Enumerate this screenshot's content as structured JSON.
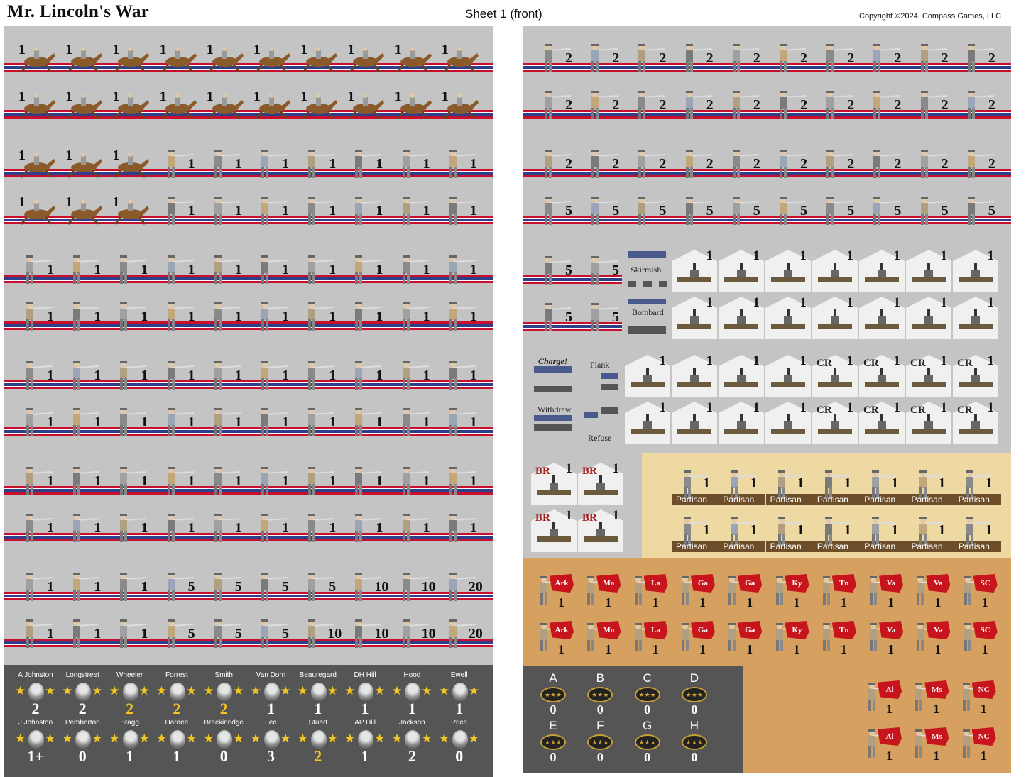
{
  "header": {
    "title": "Mr. Lincoln's War",
    "sheet": "Sheet 1 (front)",
    "copyright": "Copyright ©2024, Compass Games, LLC"
  },
  "colors": {
    "panel_gray": "#c4c4c4",
    "union_red": "#c8102e",
    "union_blue": "#2b3f8a",
    "tan": "#efd9a3",
    "orange": "#d6a060",
    "dark": "#555555",
    "gold": "#f3c623"
  },
  "left_rows": [
    [
      "1c",
      "1c",
      "1c",
      "1c",
      "1c",
      "1c",
      "1c",
      "1c",
      "1c",
      "1c"
    ],
    [
      "1c",
      "1c",
      "1c",
      "1c",
      "1c",
      "1c",
      "1c",
      "1c",
      "1c",
      "1c"
    ],
    [
      "1c",
      "1c",
      "1c",
      "1",
      "1",
      "1",
      "1",
      "1",
      "1",
      "1"
    ],
    [
      "1c",
      "1c",
      "1c",
      "1",
      "1",
      "1",
      "1",
      "1",
      "1",
      "1"
    ],
    [
      "1",
      "1",
      "1",
      "1",
      "1",
      "1",
      "1",
      "1",
      "1",
      "1"
    ],
    [
      "1",
      "1",
      "1",
      "1",
      "1",
      "1",
      "1",
      "1",
      "1",
      "1"
    ],
    [
      "1",
      "1",
      "1",
      "1",
      "1",
      "1",
      "1",
      "1",
      "1",
      "1"
    ],
    [
      "1",
      "1",
      "1",
      "1",
      "1",
      "1",
      "1",
      "1",
      "1",
      "1"
    ],
    [
      "1",
      "1",
      "1",
      "1",
      "1",
      "1",
      "1",
      "1",
      "1",
      "1"
    ],
    [
      "1",
      "1",
      "1",
      "1",
      "1",
      "1",
      "1",
      "1",
      "1",
      "1"
    ],
    [
      "1",
      "1",
      "1",
      "5",
      "5",
      "5",
      "5",
      "10",
      "10",
      "20"
    ],
    [
      "1",
      "1",
      "1",
      "5",
      "5",
      "5",
      "10",
      "10",
      "10",
      "20"
    ]
  ],
  "right_rows": [
    [
      "2",
      "2",
      "2",
      "2",
      "2",
      "2",
      "2",
      "2",
      "2",
      "2"
    ],
    [
      "2",
      "2",
      "2",
      "2",
      "2",
      "2",
      "2",
      "2",
      "2",
      "2"
    ],
    [
      "2",
      "2",
      "2",
      "2",
      "2",
      "2",
      "2",
      "2",
      "2",
      "2"
    ],
    [
      "5",
      "5",
      "5",
      "5",
      "5",
      "5",
      "5",
      "5",
      "5",
      "5"
    ],
    [
      "5",
      "5"
    ],
    [
      "5",
      "5"
    ]
  ],
  "markers": {
    "skirmish": "Skirmish",
    "bombard": "Bombard",
    "charge": "Charge!",
    "flank": "Flank",
    "withdraw": "Withdraw",
    "refuse": "Refuse"
  },
  "gunboat_rows": [
    [
      "1",
      "1",
      "1",
      "1",
      "1",
      "1",
      "1"
    ],
    [
      "1",
      "1",
      "1",
      "1",
      "1",
      "1",
      "1"
    ]
  ],
  "ironclad_rows": [
    [
      {
        "t": "",
        "v": "1"
      },
      {
        "t": "",
        "v": "1"
      },
      {
        "t": "",
        "v": "1"
      },
      {
        "t": "",
        "v": "1"
      },
      {
        "t": "CR",
        "v": "1"
      },
      {
        "t": "CR",
        "v": "1"
      },
      {
        "t": "CR",
        "v": "1"
      },
      {
        "t": "CR",
        "v": "1"
      }
    ],
    [
      {
        "t": "",
        "v": "1"
      },
      {
        "t": "",
        "v": "1"
      },
      {
        "t": "",
        "v": "1"
      },
      {
        "t": "",
        "v": "1"
      },
      {
        "t": "CR",
        "v": "1"
      },
      {
        "t": "CR",
        "v": "1"
      },
      {
        "t": "CR",
        "v": "1"
      },
      {
        "t": "CR",
        "v": "1"
      }
    ]
  ],
  "br_counters": [
    {
      "t": "BR",
      "v": "1"
    },
    {
      "t": "BR",
      "v": "1"
    },
    {
      "t": "BR",
      "v": "1"
    },
    {
      "t": "BR",
      "v": "1"
    }
  ],
  "partisan_rows": [
    [
      {
        "v": "1",
        "l": "Partisan"
      },
      {
        "v": "1",
        "l": "Partisan"
      },
      {
        "v": "1",
        "l": "Partisan"
      },
      {
        "v": "1",
        "l": "Partisan"
      },
      {
        "v": "1",
        "l": "Partisan"
      },
      {
        "v": "1",
        "l": "Partisan"
      },
      {
        "v": "1",
        "l": "Partisan"
      }
    ],
    [
      {
        "v": "1",
        "l": "Partisan"
      },
      {
        "v": "1",
        "l": "Partisan"
      },
      {
        "v": "1",
        "l": "Partisan"
      },
      {
        "v": "1",
        "l": "Partisan"
      },
      {
        "v": "1",
        "l": "Partisan"
      },
      {
        "v": "1",
        "l": "Partisan"
      },
      {
        "v": "1",
        "l": "Partisan"
      }
    ]
  ],
  "state_rows": [
    [
      {
        "s": "Ark",
        "v": "1"
      },
      {
        "s": "Mo",
        "v": "1"
      },
      {
        "s": "La",
        "v": "1"
      },
      {
        "s": "Ga",
        "v": "1"
      },
      {
        "s": "Ga",
        "v": "1"
      },
      {
        "s": "Ky",
        "v": "1"
      },
      {
        "s": "Tn",
        "v": "1"
      },
      {
        "s": "Va",
        "v": "1"
      },
      {
        "s": "Va",
        "v": "1"
      },
      {
        "s": "SC",
        "v": "1"
      }
    ],
    [
      {
        "s": "Ark",
        "v": "1"
      },
      {
        "s": "Mo",
        "v": "1"
      },
      {
        "s": "La",
        "v": "1"
      },
      {
        "s": "Ga",
        "v": "1"
      },
      {
        "s": "Ga",
        "v": "1"
      },
      {
        "s": "Ky",
        "v": "1"
      },
      {
        "s": "Tn",
        "v": "1"
      },
      {
        "s": "Va",
        "v": "1"
      },
      {
        "s": "Va",
        "v": "1"
      },
      {
        "s": "SC",
        "v": "1"
      }
    ]
  ],
  "state_extra": [
    [
      {
        "s": "Al",
        "v": "1"
      },
      {
        "s": "Ms",
        "v": "1"
      },
      {
        "s": "NC",
        "v": "1"
      }
    ],
    [
      {
        "s": "Al",
        "v": "1"
      },
      {
        "s": "Ms",
        "v": "1"
      },
      {
        "s": "NC",
        "v": "1"
      }
    ]
  ],
  "leaders": [
    [
      {
        "n": "A Johnston",
        "v": "2",
        "gold": false
      },
      {
        "n": "Longstreet",
        "v": "2",
        "gold": false
      },
      {
        "n": "Wheeler",
        "v": "2",
        "gold": true
      },
      {
        "n": "Forrest",
        "v": "2",
        "gold": true
      },
      {
        "n": "Smith",
        "v": "2",
        "gold": true
      },
      {
        "n": "Van Dorn",
        "v": "1",
        "gold": false
      },
      {
        "n": "Beauregard",
        "v": "1",
        "gold": false
      },
      {
        "n": "DH Hill",
        "v": "1",
        "gold": false
      },
      {
        "n": "Hood",
        "v": "1",
        "gold": false
      },
      {
        "n": "Ewell",
        "v": "1",
        "gold": false
      }
    ],
    [
      {
        "n": "J Johnston",
        "v": "1+",
        "gold": false
      },
      {
        "n": "Pemberton",
        "v": "0",
        "gold": false
      },
      {
        "n": "Bragg",
        "v": "1",
        "gold": false
      },
      {
        "n": "Hardee",
        "v": "1",
        "gold": false
      },
      {
        "n": "Breckinridge",
        "v": "0",
        "gold": false
      },
      {
        "n": "Lee",
        "v": "3",
        "gold": false
      },
      {
        "n": "Stuart",
        "v": "2",
        "gold": true
      },
      {
        "n": "AP Hill",
        "v": "1",
        "gold": false
      },
      {
        "n": "Jackson",
        "v": "2",
        "gold": false
      },
      {
        "n": "Price",
        "v": "0",
        "gold": false
      }
    ]
  ],
  "hq": [
    [
      {
        "l": "A",
        "v": "0"
      },
      {
        "l": "B",
        "v": "0"
      },
      {
        "l": "C",
        "v": "0"
      },
      {
        "l": "D",
        "v": "0"
      }
    ],
    [
      {
        "l": "E",
        "v": "0"
      },
      {
        "l": "F",
        "v": "0"
      },
      {
        "l": "G",
        "v": "0"
      },
      {
        "l": "H",
        "v": "0"
      }
    ]
  ]
}
